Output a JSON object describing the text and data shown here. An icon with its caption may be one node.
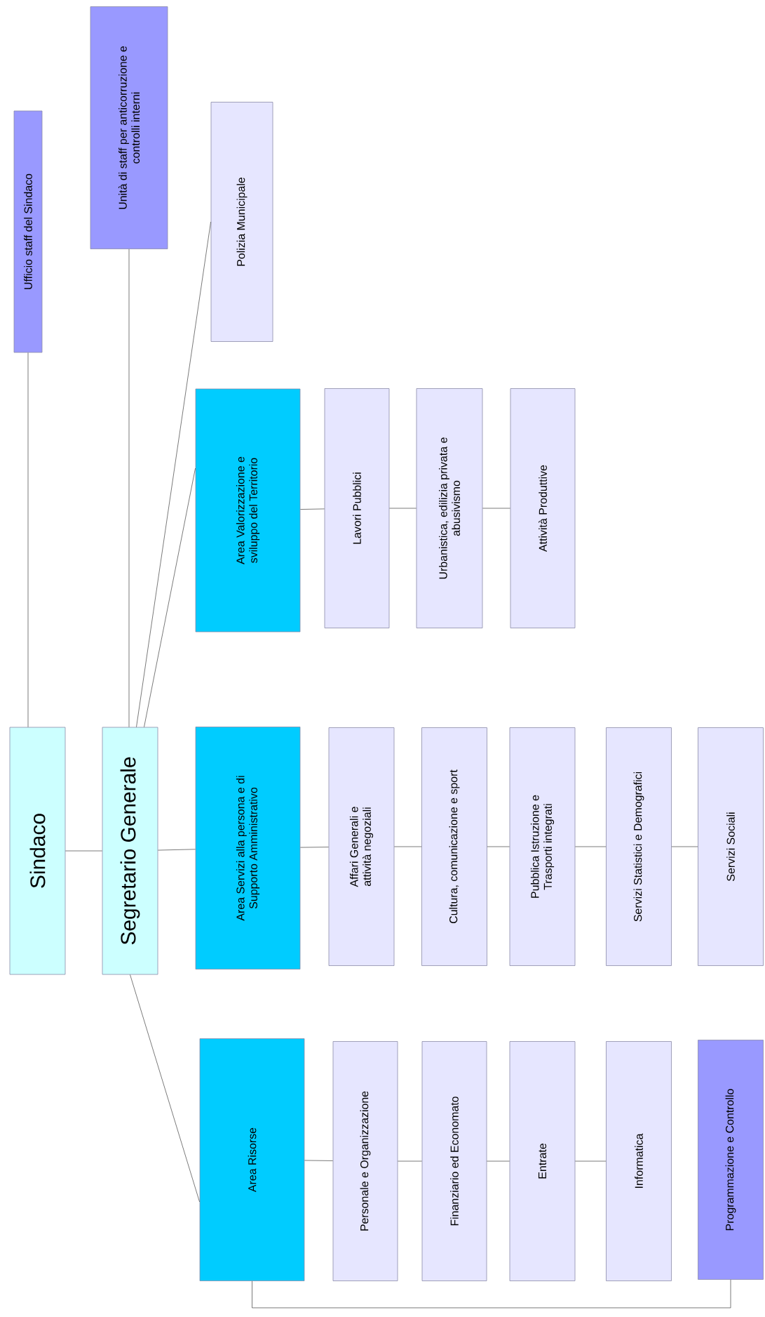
{
  "diagram": {
    "nodes": [
      {
        "text": [
          "Sindaco"
        ]
      },
      {
        "text": [
          "Segretario Generale"
        ]
      },
      {
        "text": [
          "Ufficio staff del Sindaco"
        ]
      },
      {
        "text": [
          "Unità di staff per anticorruzione e controlli interni"
        ]
      },
      {
        "text": [
          "Polizia Municipale"
        ]
      },
      {
        "text": [
          "Area Valorizzazione e sviluppo del Territorio"
        ]
      },
      {
        "text": [
          "Lavori Pubblici"
        ]
      },
      {
        "text": [
          "Urbanistica, edilizia privata e abusivismo"
        ]
      },
      {
        "text": [
          "Attività Produttive"
        ]
      },
      {
        "text": [
          "Area Servizi alla persona e di Supporto Amministrativo"
        ]
      },
      {
        "text": [
          "Affari Generali e attività negoziali"
        ]
      },
      {
        "text": [
          "Cultura, comunicazione e sport"
        ]
      },
      {
        "text": [
          "Pubblica Istruzione e Trasporti integrati"
        ]
      },
      {
        "text": [
          "Servizi Statistici e Demografici"
        ]
      },
      {
        "text": [
          "Servizi Sociali"
        ]
      },
      {
        "text": [
          "Area Risorse"
        ]
      },
      {
        "text": [
          "Personale e Organizzazione"
        ]
      },
      {
        "text": [
          "Finanziario ed Economato"
        ]
      },
      {
        "text": [
          "Entrate"
        ]
      },
      {
        "text": [
          "Informatica"
        ]
      },
      {
        "text": [
          "Programmazione e Controllo"
        ]
      }
    ],
    "edges": [
      {
        "from": 0,
        "to": 1,
        "arrow": "none"
      },
      {
        "from": 0,
        "to": 2,
        "arrow": "none"
      },
      {
        "from": 1,
        "to": 3,
        "arrow": "none"
      },
      {
        "from": 1,
        "to": 4,
        "arrow": "none"
      },
      {
        "from": 1,
        "to": 5,
        "arrow": "none"
      },
      {
        "from": 1,
        "to": 9,
        "arrow": "none"
      },
      {
        "from": 1,
        "to": 15,
        "arrow": "none"
      },
      {
        "from": 5,
        "to": 6,
        "arrow": "none"
      },
      {
        "from": 6,
        "to": 7,
        "arrow": "none"
      },
      {
        "from": 7,
        "to": 8,
        "arrow": "none"
      },
      {
        "from": 9,
        "to": 10,
        "arrow": "none"
      },
      {
        "from": 10,
        "to": 11,
        "arrow": "none"
      },
      {
        "from": 11,
        "to": 12,
        "arrow": "none"
      },
      {
        "from": 12,
        "to": 13,
        "arrow": "none"
      },
      {
        "from": 13,
        "to": 14,
        "arrow": "none"
      },
      {
        "from": 15,
        "to": 16,
        "arrow": "none"
      },
      {
        "from": 16,
        "to": 17,
        "arrow": "none"
      },
      {
        "from": 17,
        "to": 18,
        "arrow": "none"
      },
      {
        "from": 18,
        "to": 19,
        "arrow": "none"
      },
      {
        "from": 15,
        "to": 20,
        "arrow": "none"
      }
    ]
  }
}
